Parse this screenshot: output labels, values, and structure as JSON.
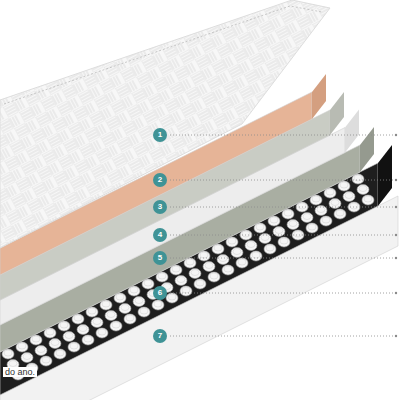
{
  "diagram": {
    "nodes": [
      {
        "text": [
          "1"
        ]
      },
      {
        "text": [
          "2"
        ]
      },
      {
        "text": [
          "3"
        ]
      },
      {
        "text": [
          "4"
        ]
      },
      {
        "text": [
          "5"
        ]
      },
      {
        "text": [
          "6"
        ]
      },
      {
        "text": [
          "7"
        ]
      }
    ],
    "labels": [
      "do ano."
    ]
  }
}
